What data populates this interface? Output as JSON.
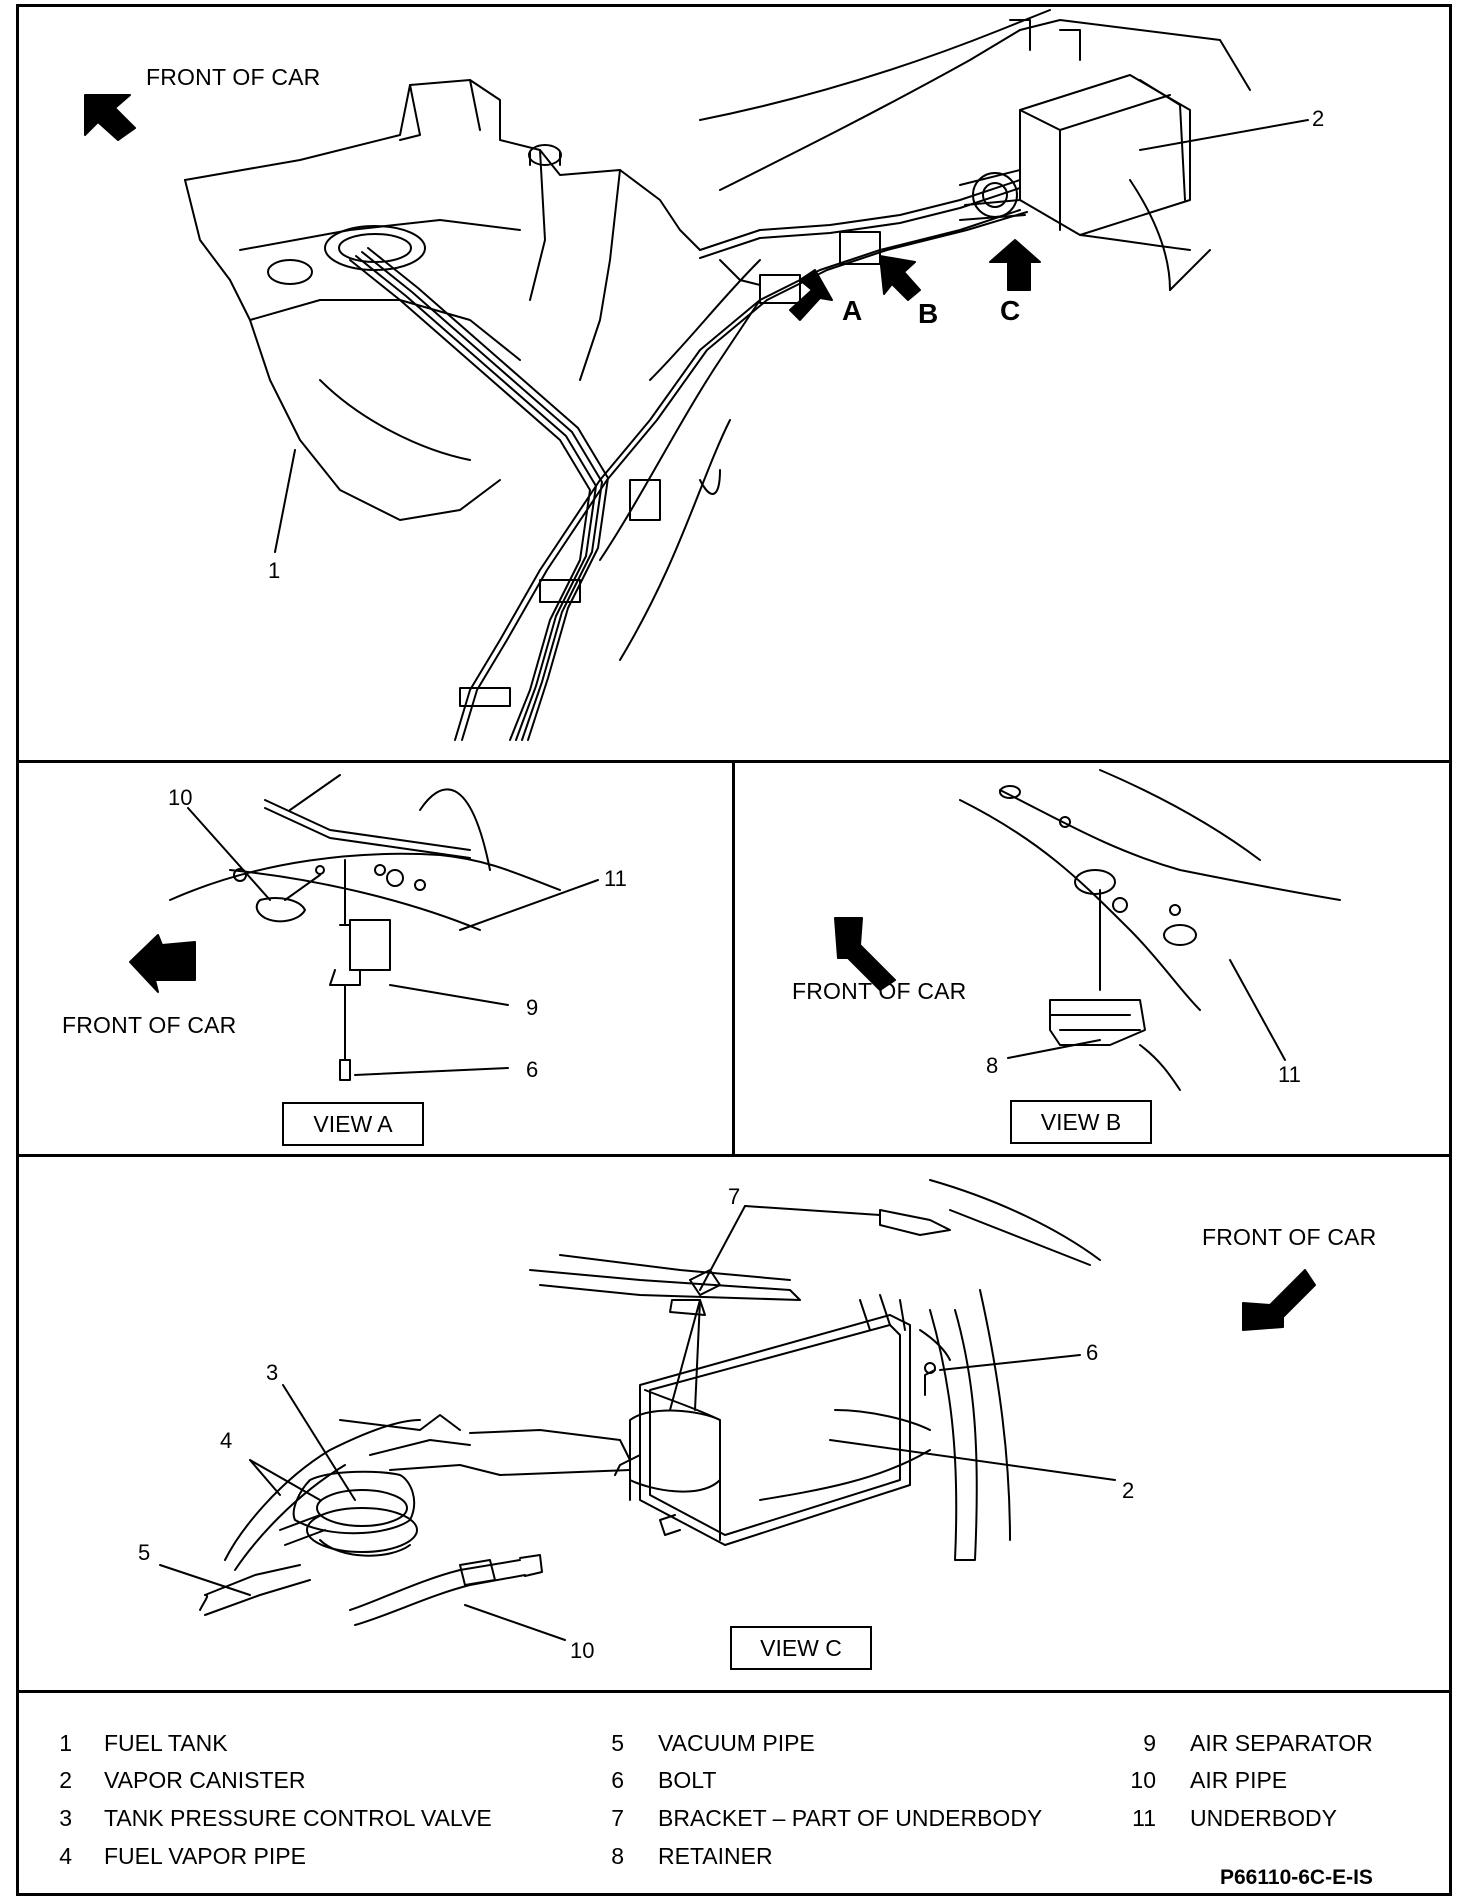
{
  "diagram": {
    "front_of_car_label": "FRONT OF CAR",
    "view_markers": {
      "a": "A",
      "b": "B",
      "c": "C"
    },
    "views": {
      "a": "VIEW A",
      "b": "VIEW B",
      "c": "VIEW C"
    },
    "callouts": {
      "main_1": "1",
      "main_2": "2",
      "va_10": "10",
      "va_11": "11",
      "va_9": "9",
      "va_6": "6",
      "vb_8": "8",
      "vb_11": "11",
      "vc_7": "7",
      "vc_3": "3",
      "vc_4": "4",
      "vc_5": "5",
      "vc_6": "6",
      "vc_2": "2",
      "vc_10": "10"
    },
    "figure_code": "P66110-6C-E-IS"
  },
  "legend": {
    "items": [
      {
        "num": "1",
        "label": "FUEL TANK"
      },
      {
        "num": "2",
        "label": "VAPOR CANISTER"
      },
      {
        "num": "3",
        "label": "TANK PRESSURE CONTROL VALVE"
      },
      {
        "num": "4",
        "label": "FUEL VAPOR PIPE"
      },
      {
        "num": "5",
        "label": "VACUUM PIPE"
      },
      {
        "num": "6",
        "label": "BOLT"
      },
      {
        "num": "7",
        "label": "BRACKET – PART OF UNDERBODY"
      },
      {
        "num": "8",
        "label": "RETAINER"
      },
      {
        "num": "9",
        "label": "AIR SEPARATOR"
      },
      {
        "num": "10",
        "label": "AIR PIPE"
      },
      {
        "num": "11",
        "label": "UNDERBODY"
      }
    ]
  }
}
